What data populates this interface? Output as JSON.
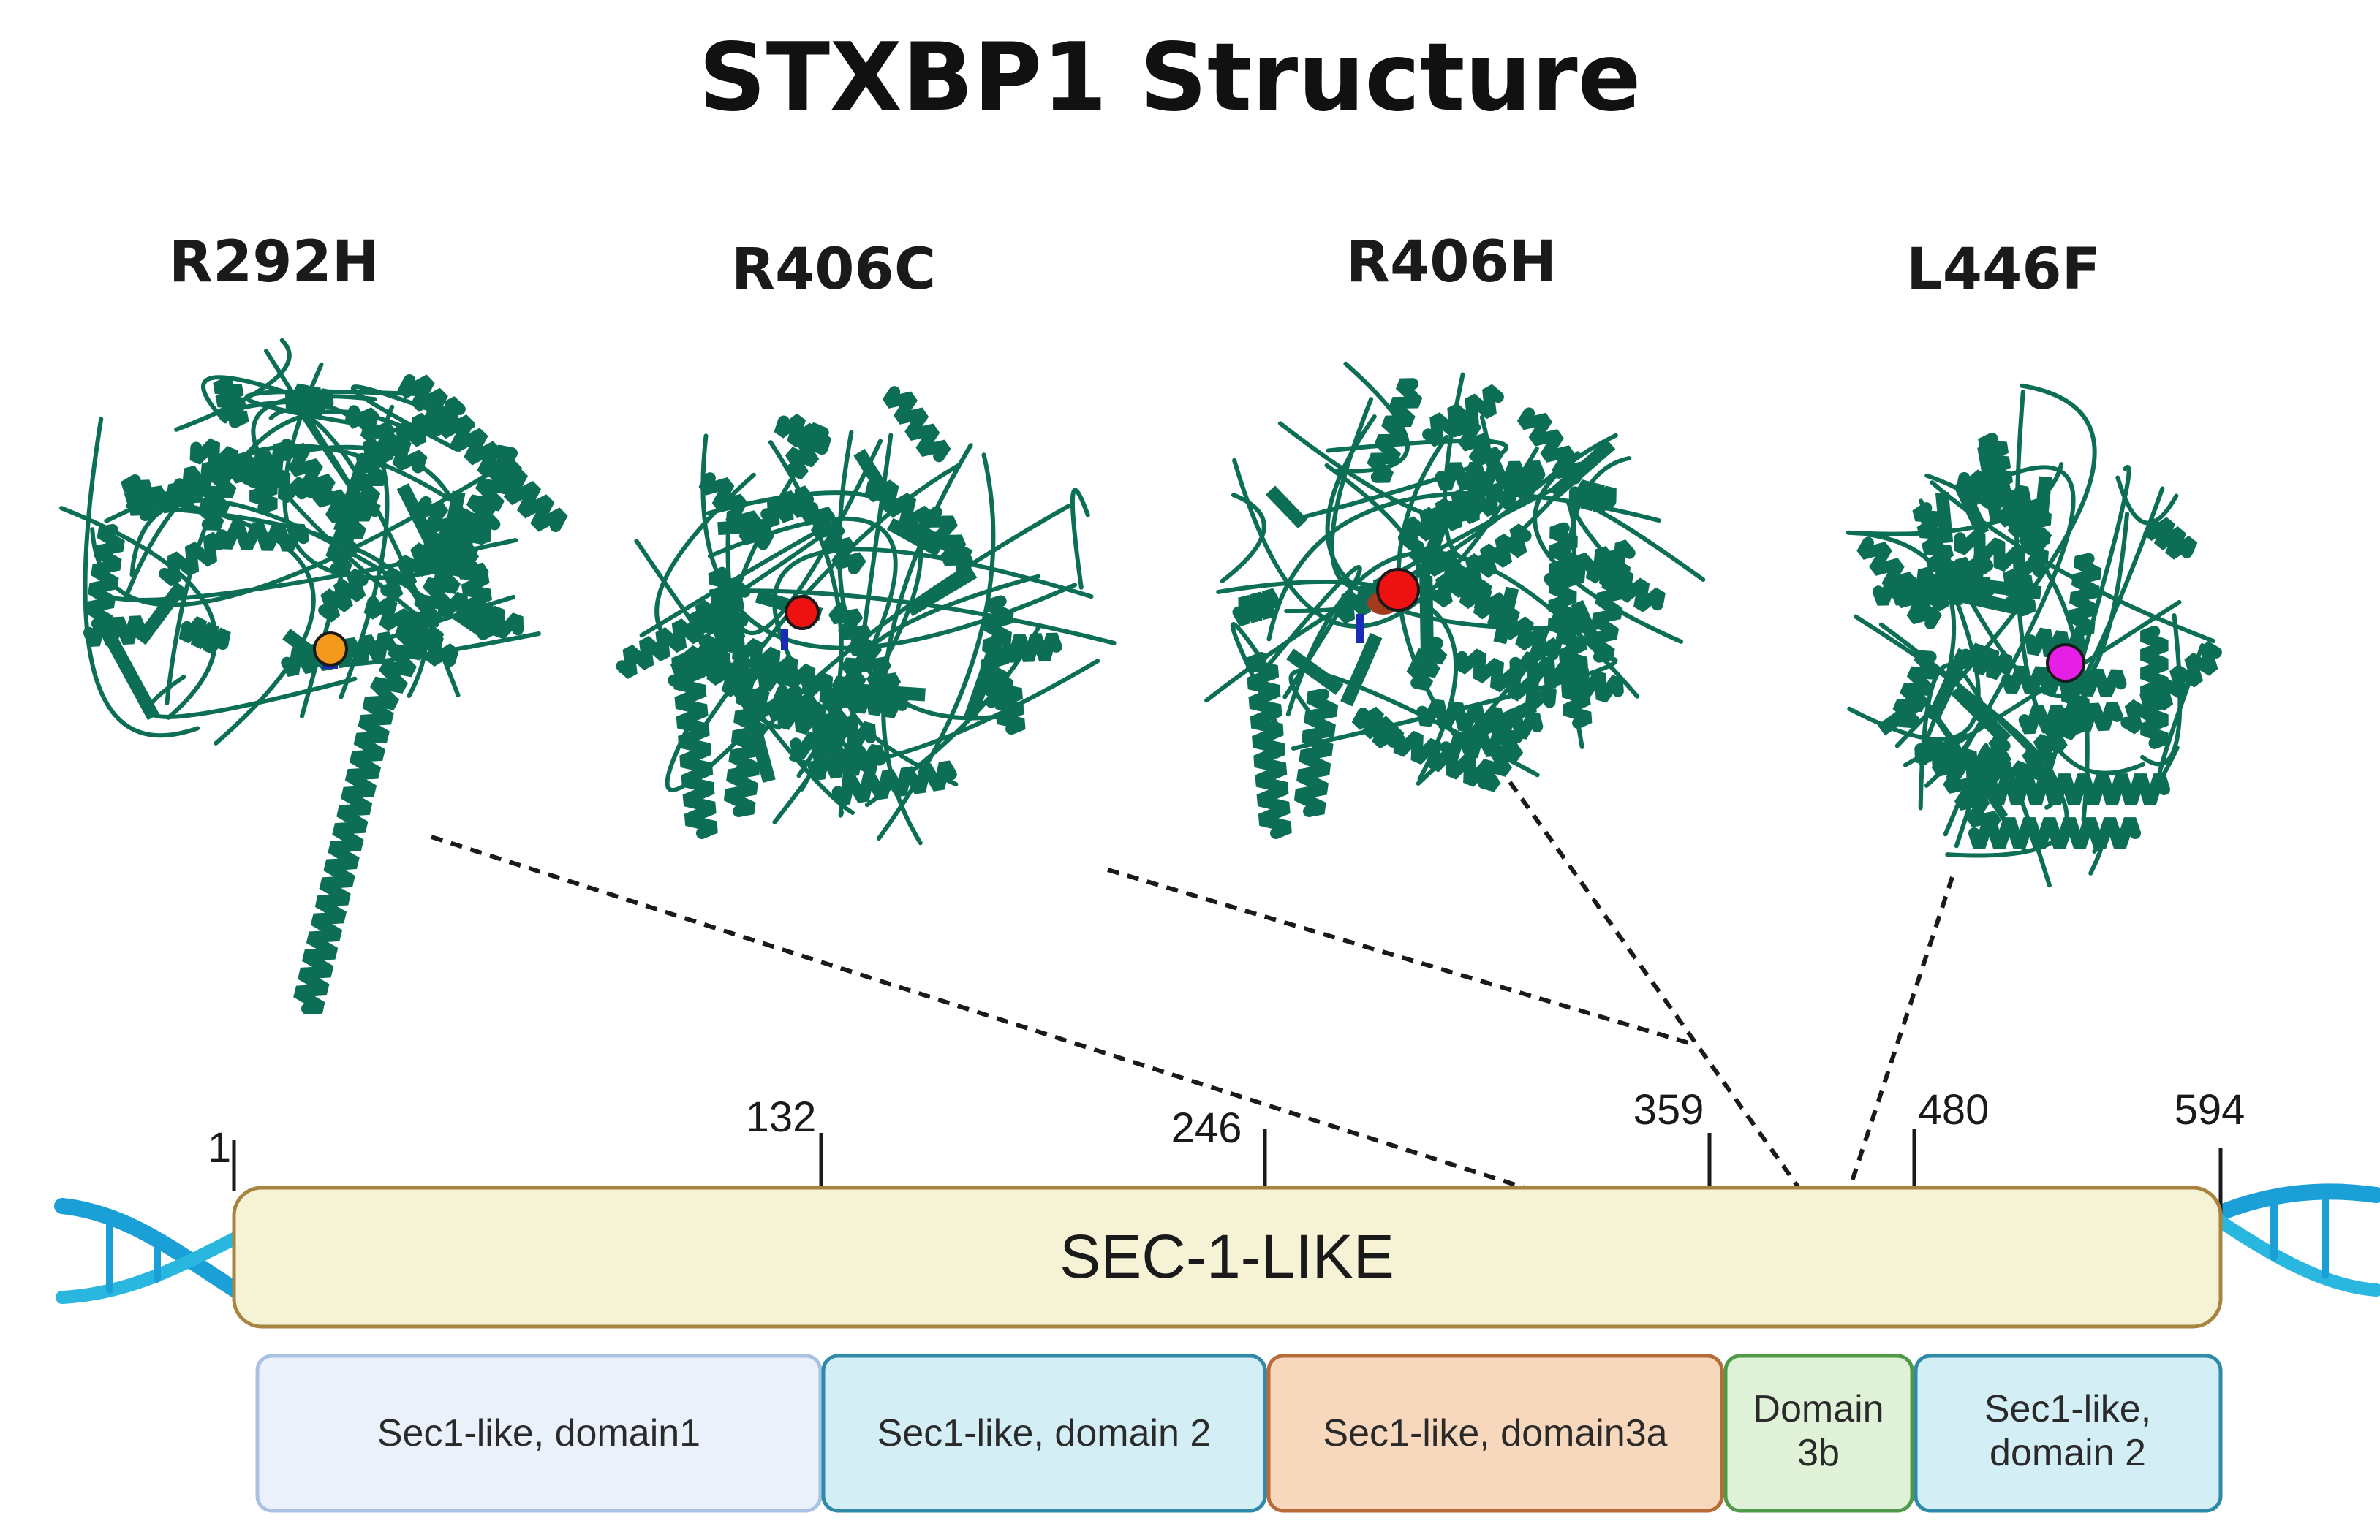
{
  "title": "STXBP1 Structure",
  "variants": [
    {
      "label": "R292H",
      "marker_color": "#f39a1d"
    },
    {
      "label": "R406C",
      "marker_color": "#ee1111"
    },
    {
      "label": "R406H",
      "marker_color": "#ee1111"
    },
    {
      "label": "L446F",
      "marker_color": "#e61ee6"
    }
  ],
  "protein": {
    "label": "SEC-1-LIKE",
    "ticks": [
      "1",
      "132",
      "246",
      "359",
      "480",
      "594"
    ]
  },
  "domains": [
    {
      "lines": [
        "Sec1-like, domain1"
      ],
      "fill": "#eaf1fb",
      "stroke": "#a9c2e2"
    },
    {
      "lines": [
        "Sec1-like, domain 2"
      ],
      "fill": "#d4eef6",
      "stroke": "#2e8aa8"
    },
    {
      "lines": [
        "Sec1-like, domain3a"
      ],
      "fill": "#f7d8bd",
      "stroke": "#b86a38"
    },
    {
      "lines": [
        "Domain",
        "3b"
      ],
      "fill": "#dff2d8",
      "stroke": "#4f9a48"
    },
    {
      "lines": [
        "Sec1-like,",
        "domain 2"
      ],
      "fill": "#d4eef6",
      "stroke": "#2e8aa8"
    }
  ],
  "colors": {
    "protein_green": "#0b6e55",
    "bar_fill": "#f5f2d6",
    "bar_stroke": "#a8843e",
    "dna": "#1a9fd6"
  }
}
